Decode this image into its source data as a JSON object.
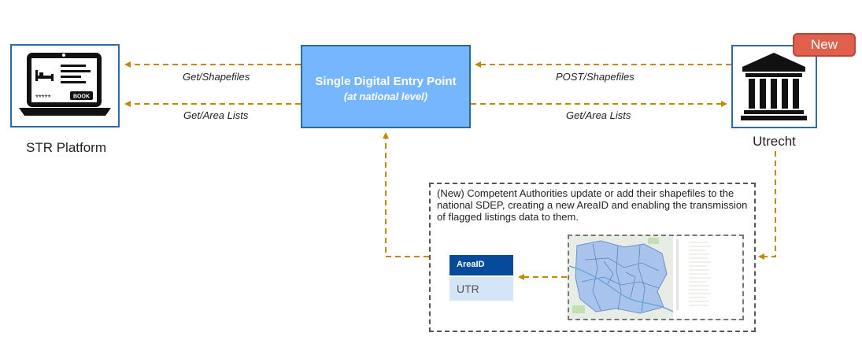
{
  "nodes": {
    "platform_label": "STR Platform",
    "sdep_title": "Single Digital Entry Point",
    "sdep_subtitle": "(at national level)",
    "utrecht_label": "Utrecht",
    "new_badge": "New"
  },
  "edges": {
    "get_shapefiles": "Get/Shapefiles",
    "get_area_lists_left": "Get/Area Lists",
    "post_shapefiles": "POST/Shapefiles",
    "get_area_lists_right": "Get/Area Lists"
  },
  "note": {
    "text": "(New) Competent Authorities update or add their shapefiles to the national SDEP, creating a new AreaID and enabling the transmission of flagged listings data to them."
  },
  "area_table": {
    "header": "AreaID",
    "value": "UTR"
  },
  "laptop": {
    "stars": "*****",
    "book_label": "BOOK"
  },
  "colors": {
    "arrow": "#c08a00",
    "sdep_fill": "#76b6ff",
    "box_border": "#2e6aa8",
    "badge": "#e0604d",
    "area_header": "#064a9c",
    "area_cell": "#d3e5f6"
  }
}
